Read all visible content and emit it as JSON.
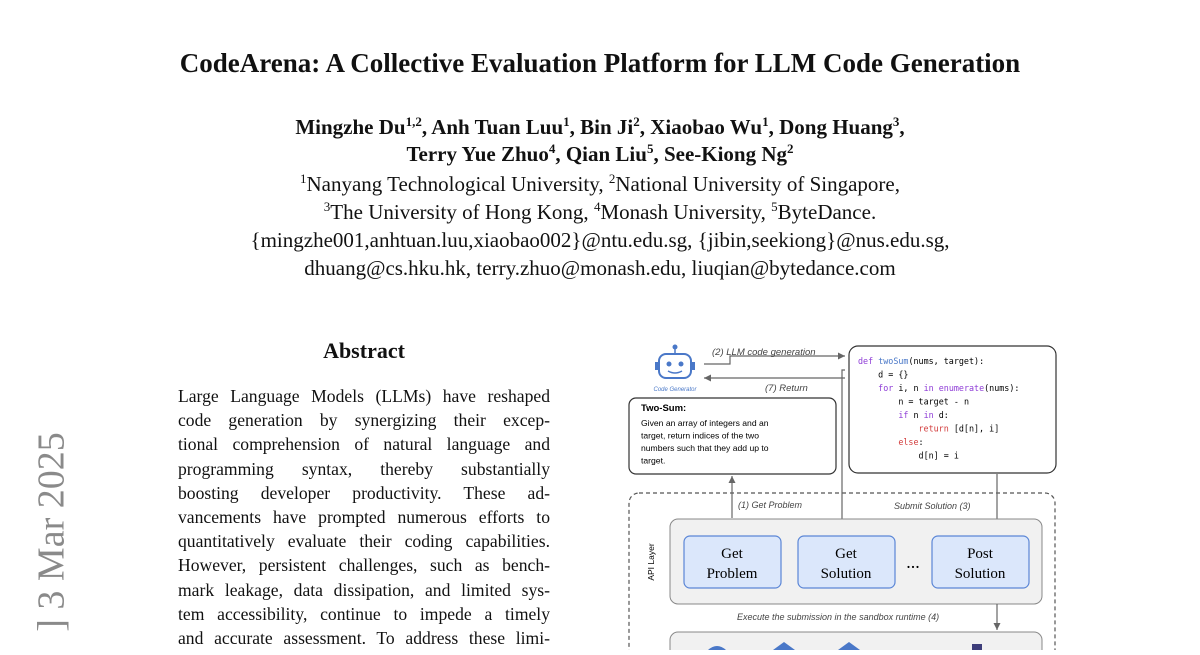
{
  "paper": {
    "title": "CodeArena: A Collective Evaluation Platform for LLM Code Generation",
    "authors_line1": [
      {
        "name": "Mingzhe Du",
        "sup": "1,2",
        "sep": ", "
      },
      {
        "name": "Anh Tuan Luu",
        "sup": "1",
        "sep": ", "
      },
      {
        "name": "Bin Ji",
        "sup": "2",
        "sep": ", "
      },
      {
        "name": "Xiaobao Wu",
        "sup": "1",
        "sep": ", "
      },
      {
        "name": "Dong Huang",
        "sup": "3",
        "sep": ","
      }
    ],
    "authors_line2": [
      {
        "name": "Terry Yue Zhuo",
        "sup": "4",
        "sep": ", "
      },
      {
        "name": "Qian Liu",
        "sup": "5",
        "sep": ", "
      },
      {
        "name": "See-Kiong Ng",
        "sup": "2",
        "sep": ""
      }
    ],
    "affil_line1": [
      {
        "sup": "1",
        "text": "Nanyang Technological University, "
      },
      {
        "sup": "2",
        "text": "National University of Singapore,"
      }
    ],
    "affil_line2": [
      {
        "sup": "3",
        "text": "The University of Hong Kong, "
      },
      {
        "sup": "4",
        "text": "Monash University, "
      },
      {
        "sup": "5",
        "text": "ByteDance."
      }
    ],
    "emails_line1": "{mingzhe001,anhtuan.luu,xiaobao002}@ntu.edu.sg, {jibin,seekiong}@nus.edu.sg,",
    "emails_line2": "dhuang@cs.hku.hk, terry.zhuo@monash.edu, liuqian@bytedance.com",
    "arxiv_stamp": "] 3 Mar 2025",
    "abstract_heading": "Abstract",
    "abstract_lines": [
      "Large Language Models (LLMs) have reshaped",
      "code generation by synergizing their excep-",
      "tional comprehension of natural language and",
      "programming syntax, thereby substantially",
      "boosting developer productivity.  These ad-",
      "vancements have prompted numerous efforts to",
      "quantitatively evaluate their coding capabilities.",
      "However, persistent challenges, such as bench-",
      "mark leakage, data dissipation, and limited sys-",
      "tem accessibility, continue to impede a timely",
      "and accurate assessment. To address these limi-"
    ]
  },
  "figure": {
    "llm_label": "(2) LLM code generation",
    "return_label": "(7) Return",
    "code_generator_label": "Code Generator",
    "problem_title": "Two-Sum:",
    "problem_lines": [
      "Given an array of integers and an",
      "target, return indices of the two",
      "numbers such that they add up to",
      "target."
    ],
    "code_lines": [
      "def twoSum(nums, target):",
      "    d = {}",
      "    for i, n in enumerate(nums):",
      "        n = target - n",
      "        if n in d:",
      "            return [d[n], i]",
      "        else:",
      "            d[n] = i"
    ],
    "get_problem_edge": "(1) Get Problem",
    "submit_edge": "Submit Solution (3)",
    "api_layer": "API Layer",
    "btn_get_problem": [
      "Get",
      "Problem"
    ],
    "btn_get_solution": [
      "Get",
      "Solution"
    ],
    "ellipsis": "...",
    "btn_post_solution": [
      "Post",
      "Solution"
    ],
    "sandbox_label": "Execute the submission in the sandbox runtime (4)",
    "colors": {
      "robot": "#4a78c8",
      "button_fill": "#dbe7fb",
      "button_stroke": "#5b86d6",
      "panel_fill": "#f1f1f1",
      "keyword": "#8e3bd6",
      "red": "#d23b3b"
    }
  }
}
